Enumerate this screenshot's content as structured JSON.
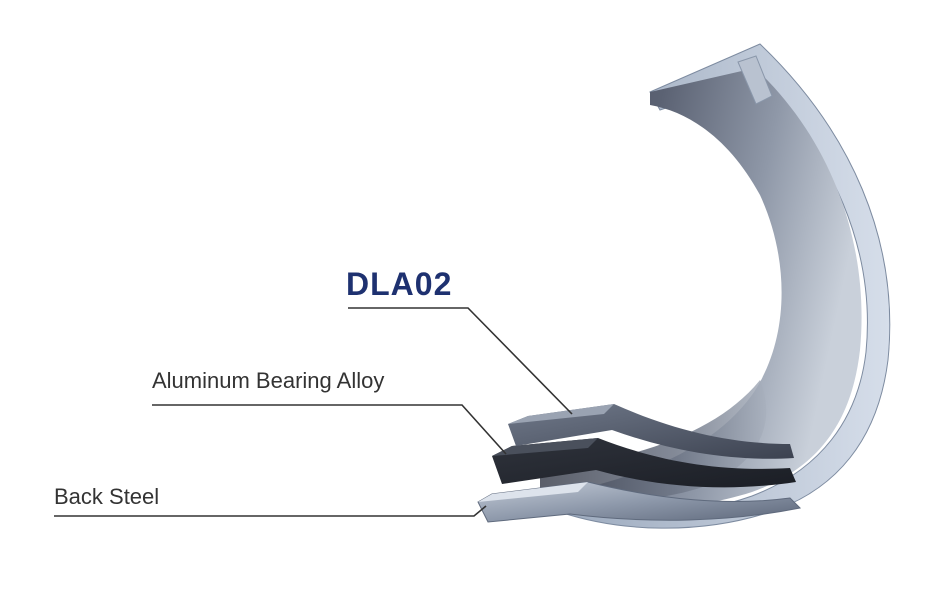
{
  "labels": {
    "product": "DLA02",
    "alloy_layer": "Aluminum Bearing Alloy",
    "steel_layer": "Back Steel"
  },
  "colors": {
    "product_label": "#1e3170",
    "label_text": "#333333",
    "leader_line": "#333333"
  }
}
